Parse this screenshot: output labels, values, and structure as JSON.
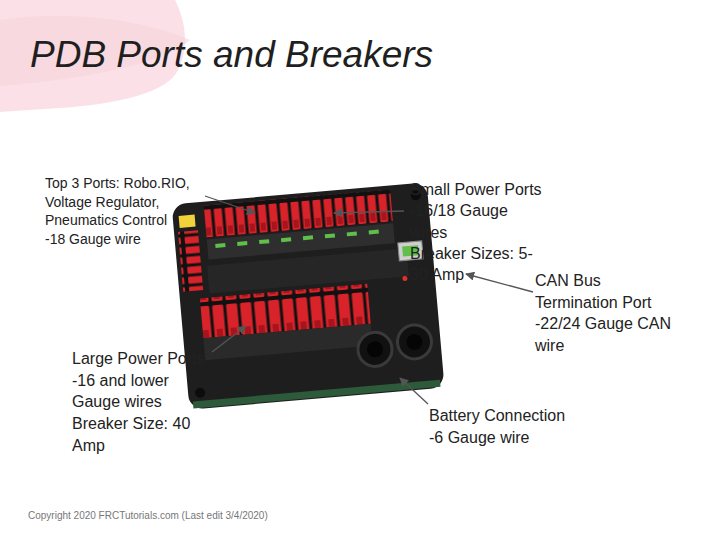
{
  "diagram": {
    "title": "PDB Ports and Breakers",
    "labels": [
      "Top 3 Ports: Robo.RIO, Voltage Regulator, Pneumatics Control",
      "-18 Gauge wire",
      "Small Power Ports",
      "-16/18 Gauge wires",
      "Breaker Sizes: 5-30 Amp",
      "CAN Bus Termination Port",
      "-22/24 Gauge CAN wire",
      "Large Power Ports",
      "-16 and lower Gauge wires",
      "Breaker Size: 40 Amp",
      "Battery Connection",
      "-6 Gauge wire",
      "Copyright 2020 FRCTutorials.com (Last edit 3/4/2020)"
    ]
  }
}
